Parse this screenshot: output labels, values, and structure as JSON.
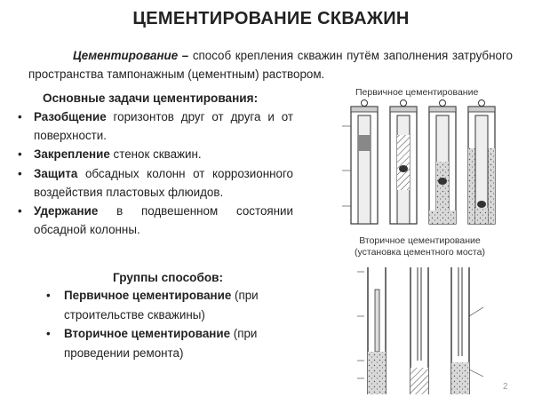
{
  "title": "ЦЕМЕНТИРОВАНИЕ СКВАЖИН",
  "intro": {
    "term": "Цементирование –",
    "text": " способ крепления скважин путём заполнения затрубного пространства тампонажным (цементным) раствором."
  },
  "tasks": {
    "heading": "Основные задачи цементирования:",
    "items": [
      {
        "term": "Разобщение",
        "text": "  горизонтов друг от друга и от поверхности."
      },
      {
        "term": "Закрепление",
        "text": " стенок скважин."
      },
      {
        "term": "Защита",
        "text": " обсадных колонн от коррозионного воздействия пластовых флюидов."
      },
      {
        "term": "Удержание",
        "text": " в подвешенном состоянии обсадной колонны."
      }
    ]
  },
  "groups": {
    "heading": "Группы способов:",
    "items": [
      {
        "term": "Первичное цементирование",
        "text": " (при строительстве скважины)"
      },
      {
        "term": "Вторичное цементирование",
        "text": " (при проведении ремонта)"
      }
    ]
  },
  "figures": {
    "primary_caption": "Первичное цементирование",
    "secondary_caption_line1": "Вторичное цементирование",
    "secondary_caption_line2": "(установка цементного моста)"
  },
  "page_number": "2"
}
